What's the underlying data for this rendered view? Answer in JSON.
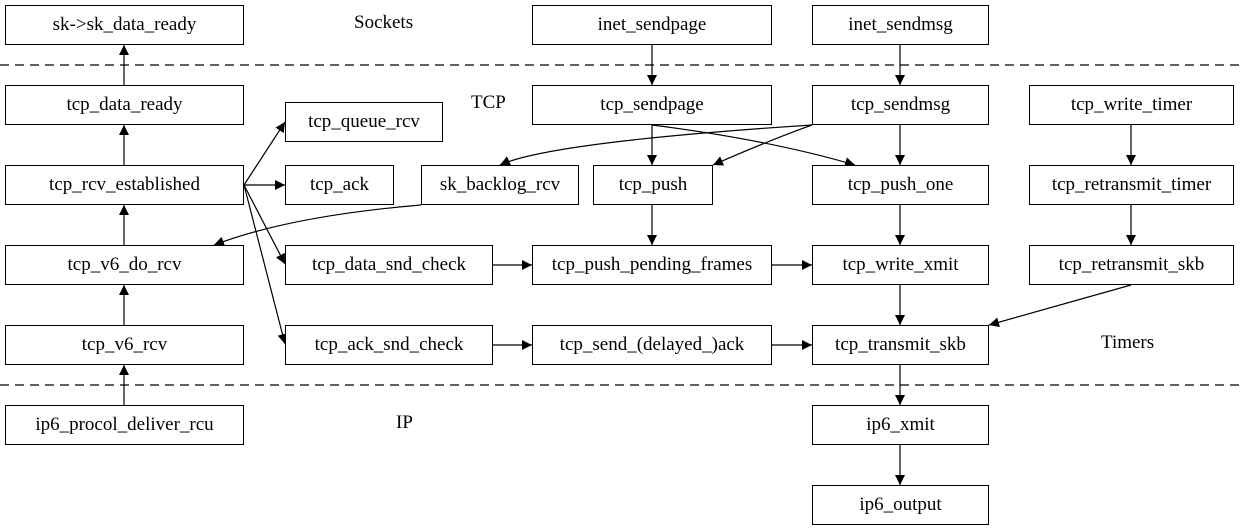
{
  "zones": {
    "sockets": "Sockets",
    "tcp": "TCP",
    "timers": "Timers",
    "ip": "IP"
  },
  "nodes": {
    "sk_data_ready": "sk->sk_data_ready",
    "inet_sendpage": "inet_sendpage",
    "inet_sendmsg": "inet_sendmsg",
    "tcp_data_ready": "tcp_data_ready",
    "tcp_queue_rcv": "tcp_queue_rcv",
    "tcp_sendpage": "tcp_sendpage",
    "tcp_sendmsg": "tcp_sendmsg",
    "tcp_write_timer": "tcp_write_timer",
    "tcp_rcv_established": "tcp_rcv_established",
    "tcp_ack": "tcp_ack",
    "sk_backlog_rcv": "sk_backlog_rcv",
    "tcp_push": "tcp_push",
    "tcp_push_one": "tcp_push_one",
    "tcp_retransmit_timer": "tcp_retransmit_timer",
    "tcp_v6_do_rcv": "tcp_v6_do_rcv",
    "tcp_data_snd_check": "tcp_data_snd_check",
    "tcp_push_pending_frames": "tcp_push_pending_frames",
    "tcp_write_xmit": "tcp_write_xmit",
    "tcp_retransmit_skb": "tcp_retransmit_skb",
    "tcp_v6_rcv": "tcp_v6_rcv",
    "tcp_ack_snd_check": "tcp_ack_snd_check",
    "tcp_send_delayed_ack": "tcp_send_(delayed_)ack",
    "tcp_transmit_skb": "tcp_transmit_skb",
    "ip6_procol_deliver_rcu": "ip6_procol_deliver_rcu",
    "ip6_xmit": "ip6_xmit",
    "ip6_output": "ip6_output"
  },
  "edges": [
    [
      "tcp_data_ready",
      "sk_data_ready"
    ],
    [
      "tcp_rcv_established",
      "tcp_data_ready"
    ],
    [
      "tcp_v6_do_rcv",
      "tcp_rcv_established"
    ],
    [
      "tcp_v6_rcv",
      "tcp_v6_do_rcv"
    ],
    [
      "ip6_procol_deliver_rcu",
      "tcp_v6_rcv"
    ],
    [
      "tcp_rcv_established",
      "tcp_queue_rcv"
    ],
    [
      "tcp_rcv_established",
      "tcp_ack"
    ],
    [
      "tcp_rcv_established",
      "tcp_data_snd_check"
    ],
    [
      "tcp_rcv_established",
      "tcp_ack_snd_check"
    ],
    [
      "sk_backlog_rcv",
      "tcp_v6_do_rcv"
    ],
    [
      "inet_sendpage",
      "tcp_sendpage"
    ],
    [
      "inet_sendmsg",
      "tcp_sendmsg"
    ],
    [
      "tcp_sendpage",
      "tcp_push"
    ],
    [
      "tcp_sendpage",
      "tcp_push_one"
    ],
    [
      "tcp_sendmsg",
      "sk_backlog_rcv"
    ],
    [
      "tcp_sendmsg",
      "tcp_push"
    ],
    [
      "tcp_sendmsg",
      "tcp_push_one"
    ],
    [
      "tcp_push",
      "tcp_push_pending_frames"
    ],
    [
      "tcp_push_one",
      "tcp_write_xmit"
    ],
    [
      "tcp_data_snd_check",
      "tcp_push_pending_frames"
    ],
    [
      "tcp_push_pending_frames",
      "tcp_write_xmit"
    ],
    [
      "tcp_write_xmit",
      "tcp_transmit_skb"
    ],
    [
      "tcp_ack_snd_check",
      "tcp_send_delayed_ack"
    ],
    [
      "tcp_send_delayed_ack",
      "tcp_transmit_skb"
    ],
    [
      "tcp_write_timer",
      "tcp_retransmit_timer"
    ],
    [
      "tcp_retransmit_timer",
      "tcp_retransmit_skb"
    ],
    [
      "tcp_retransmit_skb",
      "tcp_transmit_skb"
    ],
    [
      "tcp_transmit_skb",
      "ip6_xmit"
    ],
    [
      "ip6_xmit",
      "ip6_output"
    ]
  ]
}
